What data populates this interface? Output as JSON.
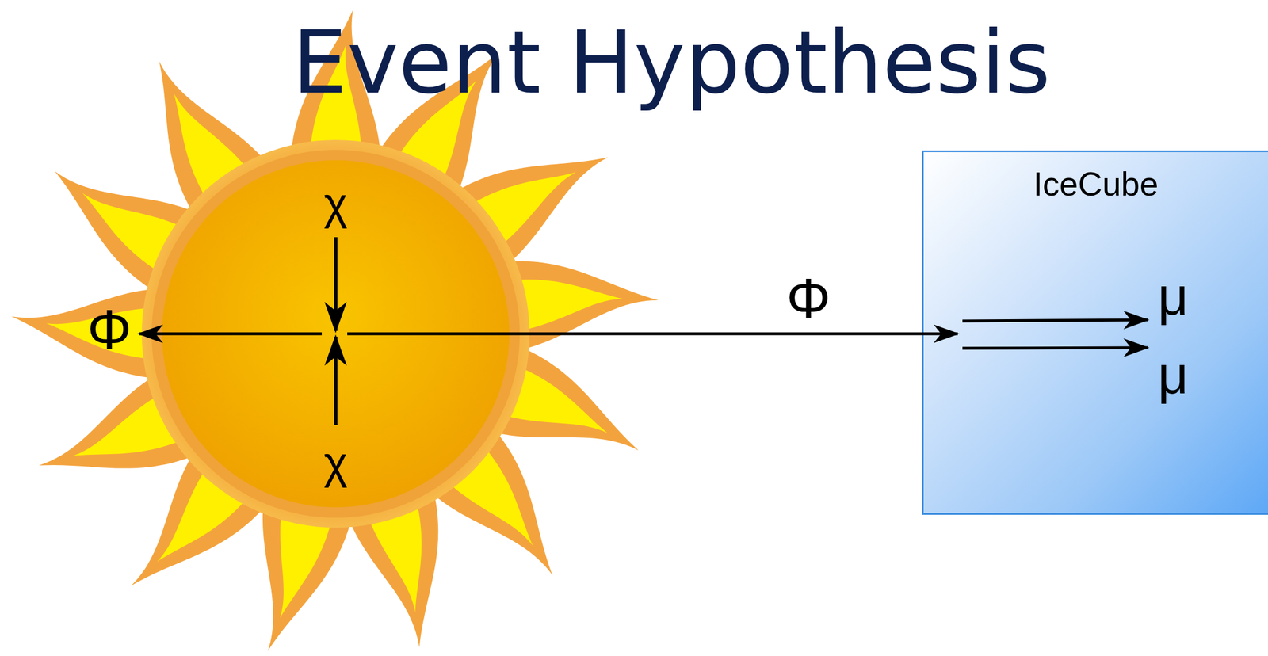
{
  "diagram": {
    "title": "Event Hypothesis",
    "nodes": [
      {
        "text": [
          "IceCube"
        ]
      }
    ],
    "labels": [
      "χ",
      "Φ",
      "Φ",
      "μ",
      "μ",
      "χ"
    ]
  }
}
